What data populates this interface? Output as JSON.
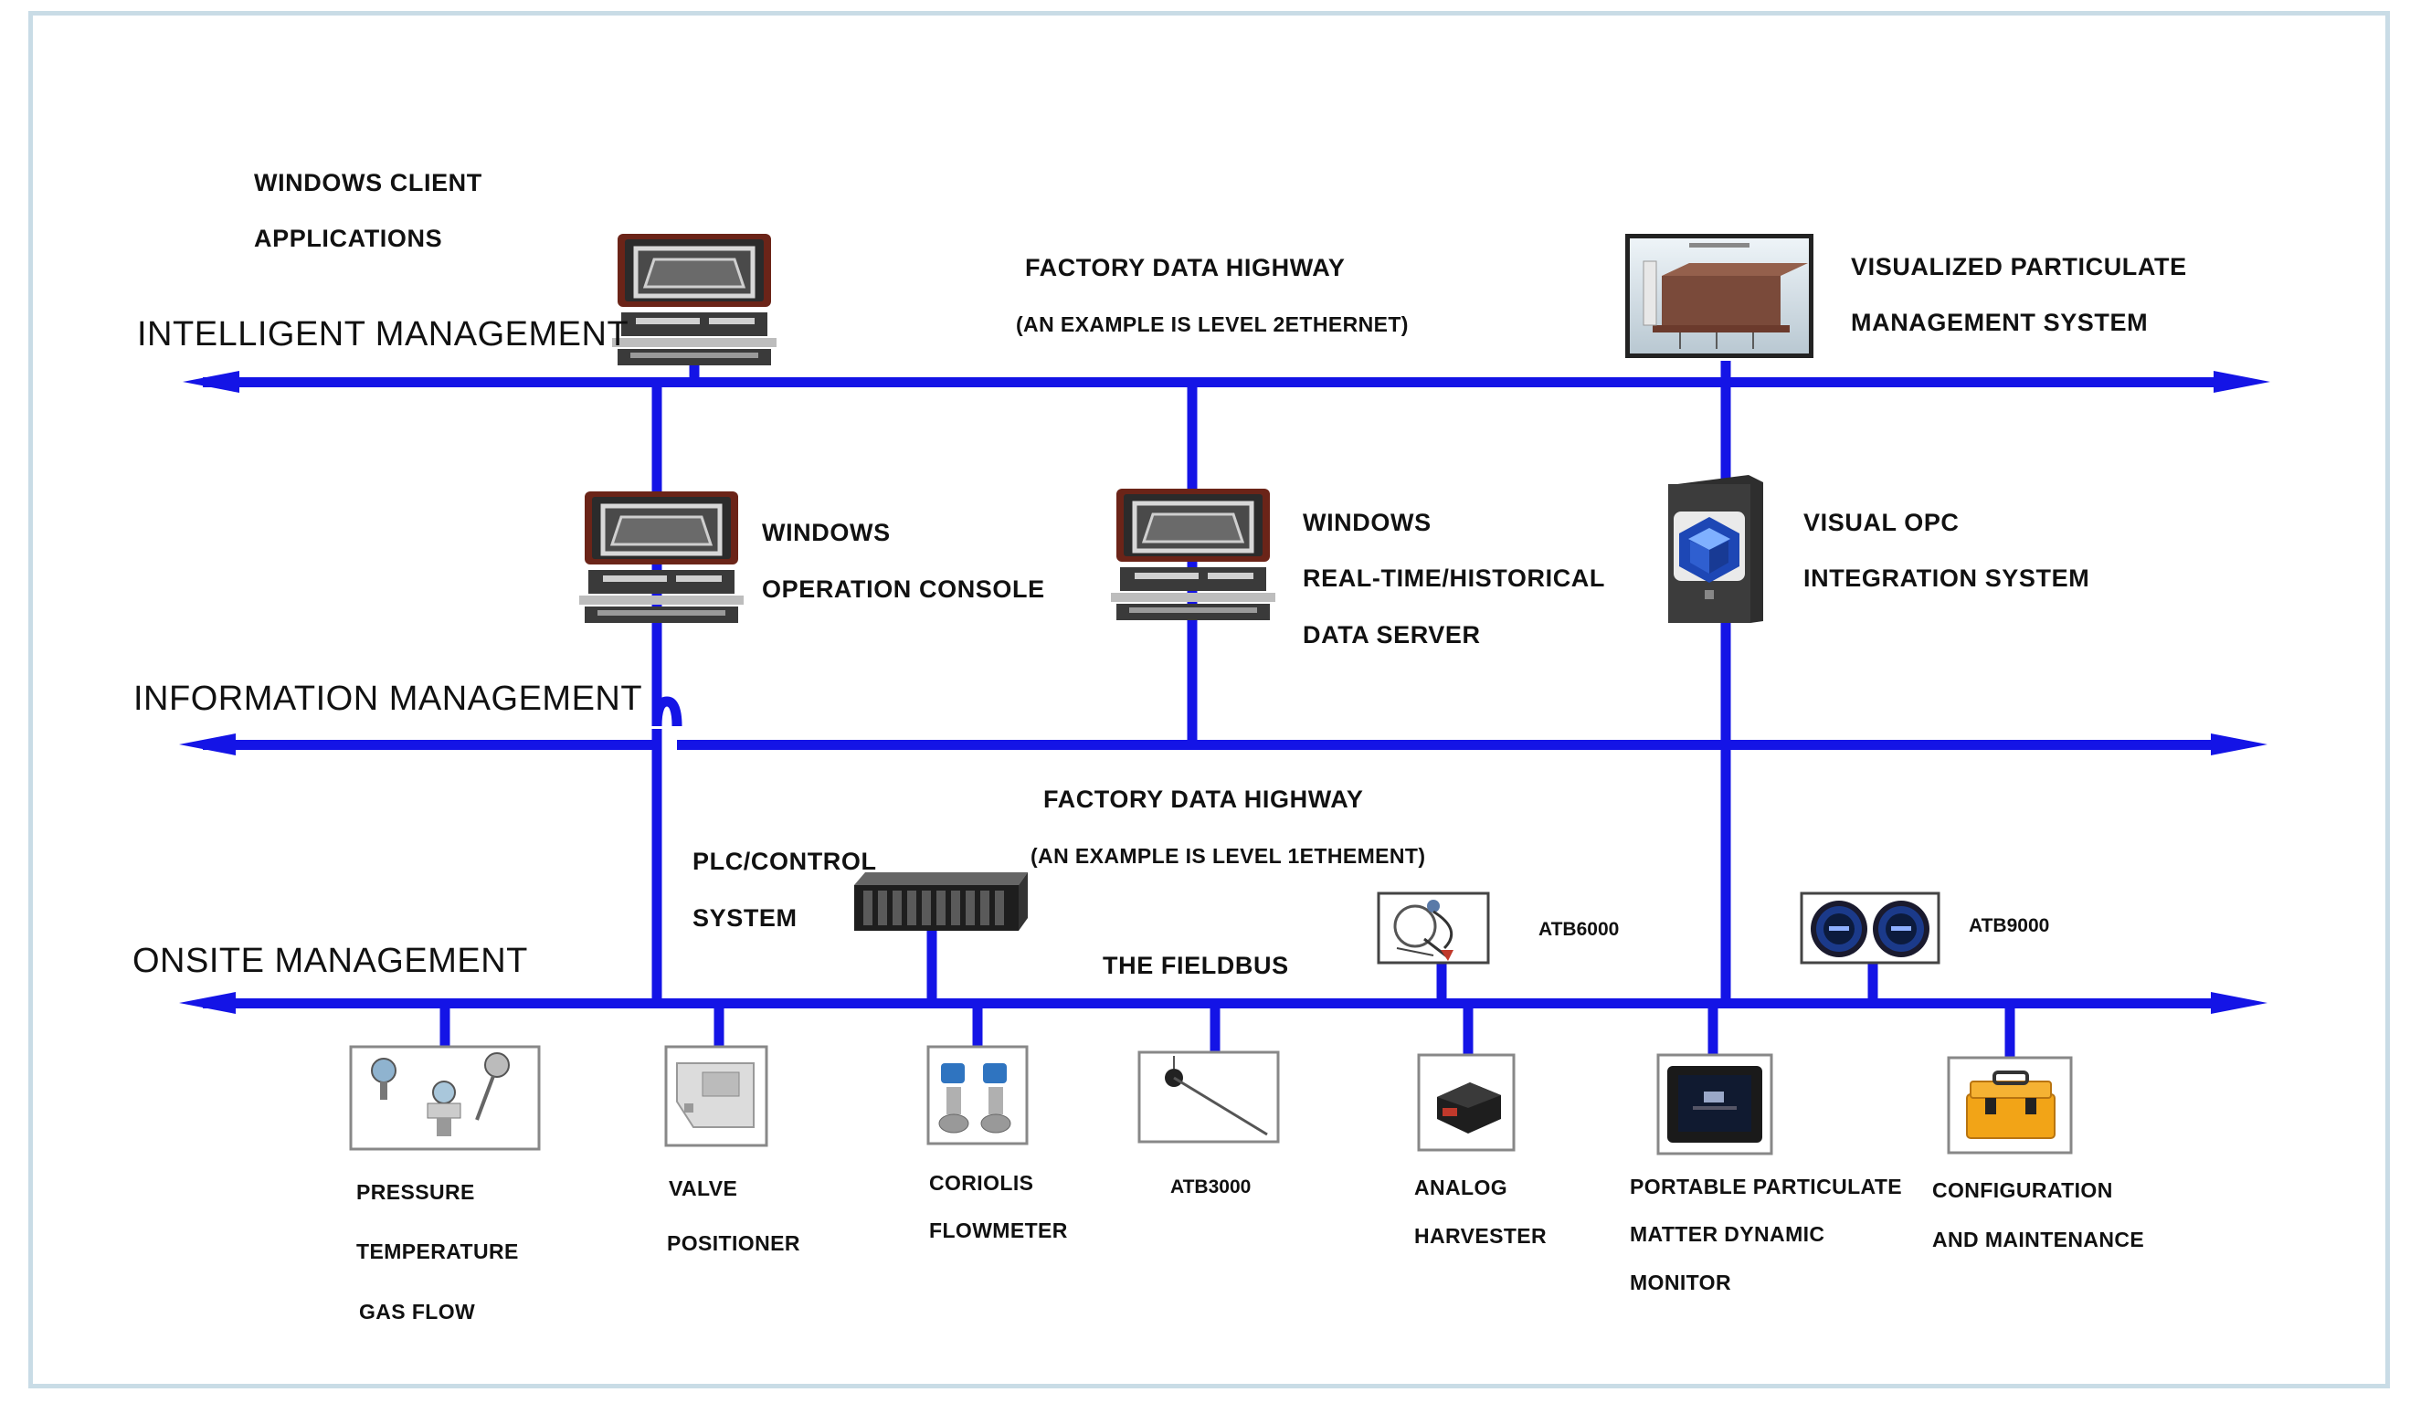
{
  "tiers": {
    "intelligent": "INTELLIGENT MANAGEMENT",
    "information": "INFORMATION MANAGEMENT",
    "onsite": "ONSITE MANAGEMENT"
  },
  "top": {
    "client_line1": "WINDOWS CLIENT",
    "client_line2": "APPLICATIONS",
    "highway_line1": "FACTORY DATA HIGHWAY",
    "highway_line2": "(AN EXAMPLE IS LEVEL 2ETHERNET)",
    "visual_line1": "VISUALIZED PARTICULATE",
    "visual_line2": "MANAGEMENT SYSTEM"
  },
  "middle": {
    "console_line1": "WINDOWS",
    "console_line2": "OPERATION CONSOLE",
    "server_line1": "WINDOWS",
    "server_line2": "REAL-TIME/HISTORICAL",
    "server_line3": "DATA SERVER",
    "opc_line1": "VISUAL OPC",
    "opc_line2": "INTEGRATION SYSTEM"
  },
  "lower": {
    "highway_line1": "FACTORY DATA HIGHWAY",
    "highway_line2": "(AN EXAMPLE IS LEVEL 1ETHEMENT)",
    "plc_line1": "PLC/CONTROL",
    "plc_line2": "SYSTEM",
    "fieldbus": "THE FIELDBUS",
    "atb6000": "ATB6000",
    "atb9000": "ATB9000"
  },
  "devices": {
    "pressure_line1": "PRESSURE",
    "pressure_line2": "TEMPERATURE",
    "pressure_line3": "GAS FLOW",
    "valve_line1": "VALVE",
    "valve_line2": "POSITIONER",
    "coriolis_line1": "CORIOLIS",
    "coriolis_line2": "FLOWMETER",
    "atb3000": "ATB3000",
    "analog_line1": "ANALOG",
    "analog_line2": "HARVESTER",
    "portable_line1": "PORTABLE PARTICULATE",
    "portable_line2": "MATTER DYNAMIC",
    "portable_line3": "MONITOR",
    "config_line1": "CONFIGURATION",
    "config_line2": "AND MAINTENANCE"
  },
  "colors": {
    "bus": "#1414e6",
    "frame": "#c9dce6",
    "computer_frame": "#7a2a1c",
    "text": "#111111"
  },
  "icons": [
    "computer-icon",
    "monitor-screen-icon",
    "server-tower-icon",
    "plc-rack-icon",
    "pressure-sensor-icon",
    "valve-positioner-icon",
    "coriolis-flowmeter-icon",
    "probe-icon",
    "harvester-box-icon",
    "tablet-monitor-icon",
    "toolbox-icon",
    "gauge-pair-icon"
  ]
}
